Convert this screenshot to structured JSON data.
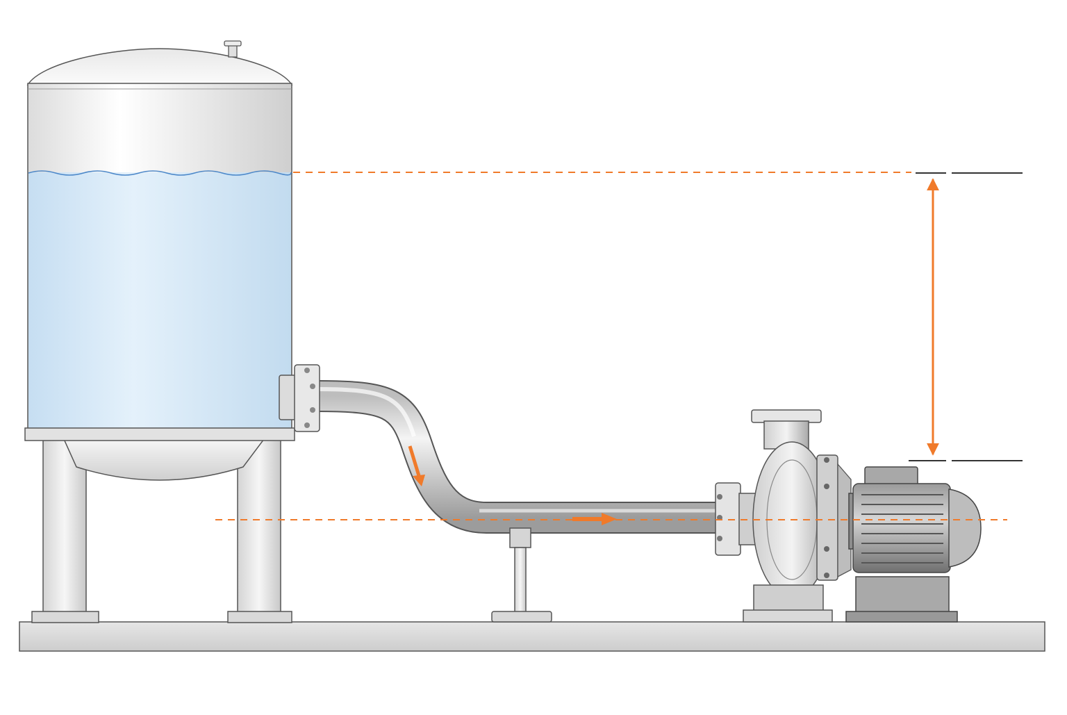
{
  "diagram": {
    "description_labels": [],
    "colors": {
      "accent": "#f07a2a",
      "water": "#cfe6f7",
      "water_line": "#4a86c8",
      "steel_light": "#f2f2f2",
      "steel_mid": "#c9c9c9",
      "steel_dark": "#6e6e6e",
      "outline": "#444444",
      "base": "#dcdcdc"
    },
    "components": {
      "tank": "storage-tank",
      "pipe": "suction-pipe",
      "pump": "centrifugal-pump",
      "motor": "electric-motor",
      "base": "base-plate"
    },
    "flow_arrows": [
      "arrow-down",
      "arrow-right"
    ],
    "head_marker": "double-arrow"
  }
}
